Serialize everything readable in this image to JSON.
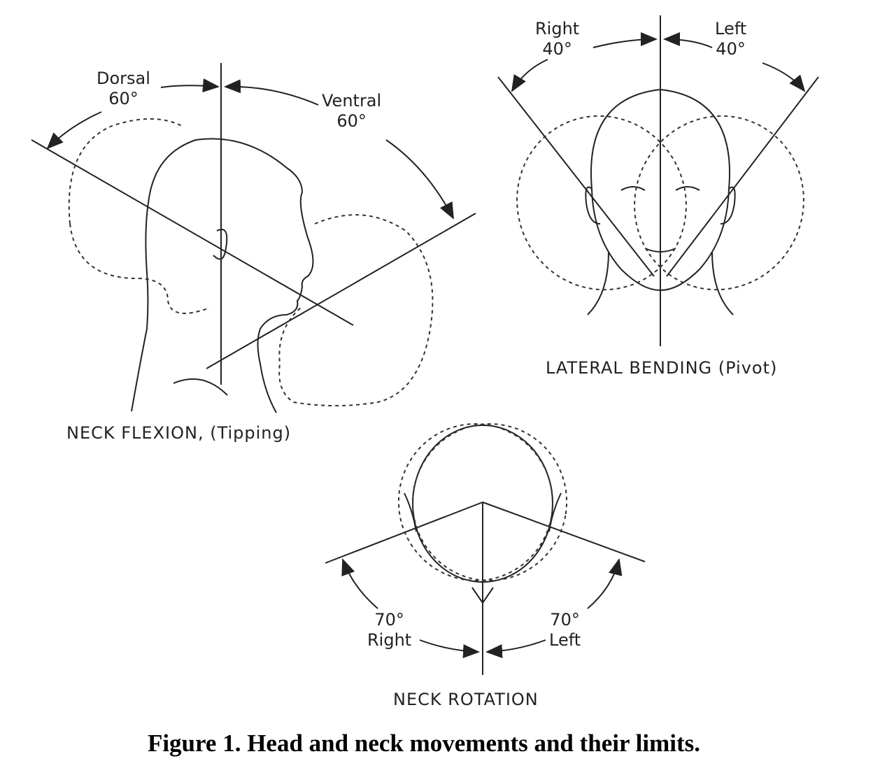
{
  "neck_flexion": {
    "title": "NECK FLEXION, (Tipping)",
    "dorsal": {
      "label": "Dorsal",
      "angle": "60°"
    },
    "ventral": {
      "label": "Ventral",
      "angle": "60°"
    }
  },
  "lateral_bending": {
    "title": "LATERAL BENDING (Pivot)",
    "right": {
      "label": "Right",
      "angle": "40°"
    },
    "left": {
      "label": "Left",
      "angle": "40°"
    }
  },
  "neck_rotation": {
    "title": "NECK ROTATION",
    "right": {
      "label": "Right",
      "angle": "70°"
    },
    "left": {
      "label": "Left",
      "angle": "70°"
    }
  },
  "caption": "Figure 1. Head and neck movements and their limits."
}
